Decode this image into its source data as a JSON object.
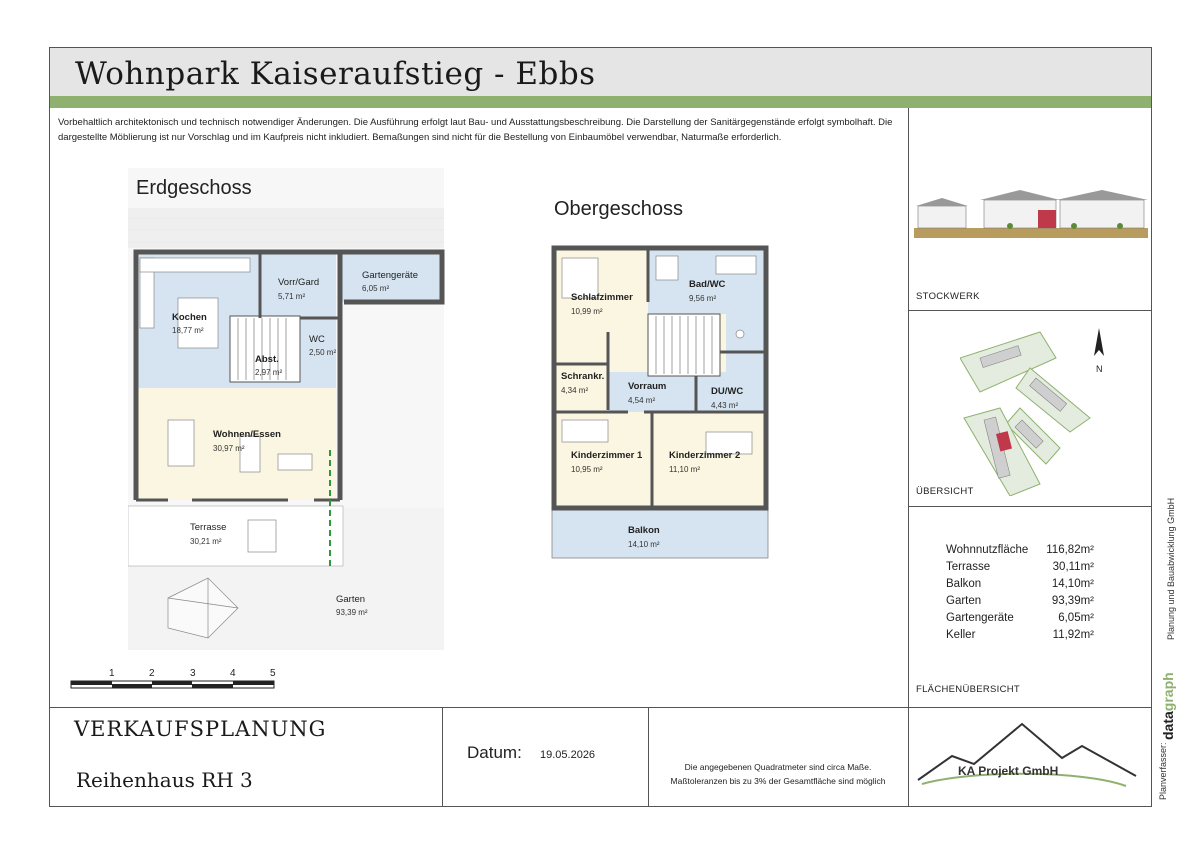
{
  "header": {
    "title": "Wohnpark Kaiseraufstieg - Ebbs",
    "disclaimer": "Vorbehaltlich architektonisch und technisch notwendiger Änderungen. Die Ausführung erfolgt laut Bau- und Ausstattungsbeschreibung. Die Darstellung der Sanitärgegenstände erfolgt symbolhaft. Die dargestellte Möblierung ist nur Vorschlag und im Kaufpreis nicht inkludiert. Bemaßungen sind nicht für die Bestellung von Einbaumöbel verwendbar, Naturmaße erforderlich."
  },
  "floors": {
    "ground": {
      "label": "Erdgeschoss",
      "rooms": [
        {
          "name": "Kochen",
          "area": "18,77 m²"
        },
        {
          "name": "Vorr/Gard",
          "area": "5,71 m²"
        },
        {
          "name": "Gartengeräte",
          "area": "6,05 m²"
        },
        {
          "name": "WC",
          "area": "2,50 m²"
        },
        {
          "name": "Abst.",
          "area": "2,97 m²"
        },
        {
          "name": "Wohnen/Essen",
          "area": "30,97 m²"
        },
        {
          "name": "Terrasse",
          "area": "30,21 m²"
        },
        {
          "name": "Garten",
          "area": "93,39 m²"
        }
      ]
    },
    "upper": {
      "label": "Obergeschoss",
      "rooms": [
        {
          "name": "Schlafzimmer",
          "area": "10,99 m²"
        },
        {
          "name": "Bad/WC",
          "area": "9,56 m²"
        },
        {
          "name": "Schrankr.",
          "area": "4,34 m²"
        },
        {
          "name": "Vorraum",
          "area": "4,54 m²"
        },
        {
          "name": "DU/WC",
          "area": "4,43 m²"
        },
        {
          "name": "Kinderzimmer 1",
          "area": "10,95 m²"
        },
        {
          "name": "Kinderzimmer 2",
          "area": "11,10 m²"
        },
        {
          "name": "Balkon",
          "area": "14,10 m²"
        }
      ]
    }
  },
  "scale": {
    "ticks": [
      "1",
      "2",
      "3",
      "4",
      "5"
    ]
  },
  "sidebar": {
    "stockwerk_label": "STOCKWERK",
    "uebersicht_label": "ÜBERSICHT",
    "north_label": "N",
    "flaechen_label": "FLÄCHENÜBERSICHT",
    "areas": [
      {
        "name": "Wohnnutzfläche",
        "value": "116,82m²"
      },
      {
        "name": "Terrasse",
        "value": "30,11m²"
      },
      {
        "name": "Balkon",
        "value": "14,10m²"
      },
      {
        "name": "Garten",
        "value": "93,39m²"
      },
      {
        "name": "Gartengeräte",
        "value": "6,05m²"
      },
      {
        "name": "Keller",
        "value": "11,92m²"
      }
    ]
  },
  "footer": {
    "sales_title": "VERKAUFSPLANUNG",
    "unit": "Reihenhaus RH 3",
    "date_label": "Datum:",
    "date_value": "19.05.2026",
    "note_line1": "Die angegebenen Quadratmeter sind circa Maße.",
    "note_line2": "Maßtoleranzen bis zu 3% der Gesamtfläche sind möglich",
    "company": "KA Projekt GmbH"
  },
  "planner": {
    "label": "Planverfasser:",
    "brand_a": "data",
    "brand_b": "graph",
    "tagline": "Planung und Bauabwicklung GmbH"
  },
  "colors": {
    "accent_green": "#8fb16f",
    "room_blue": "#d5e4f0",
    "wall": "#555555",
    "highlight_red": "#c0394b"
  }
}
